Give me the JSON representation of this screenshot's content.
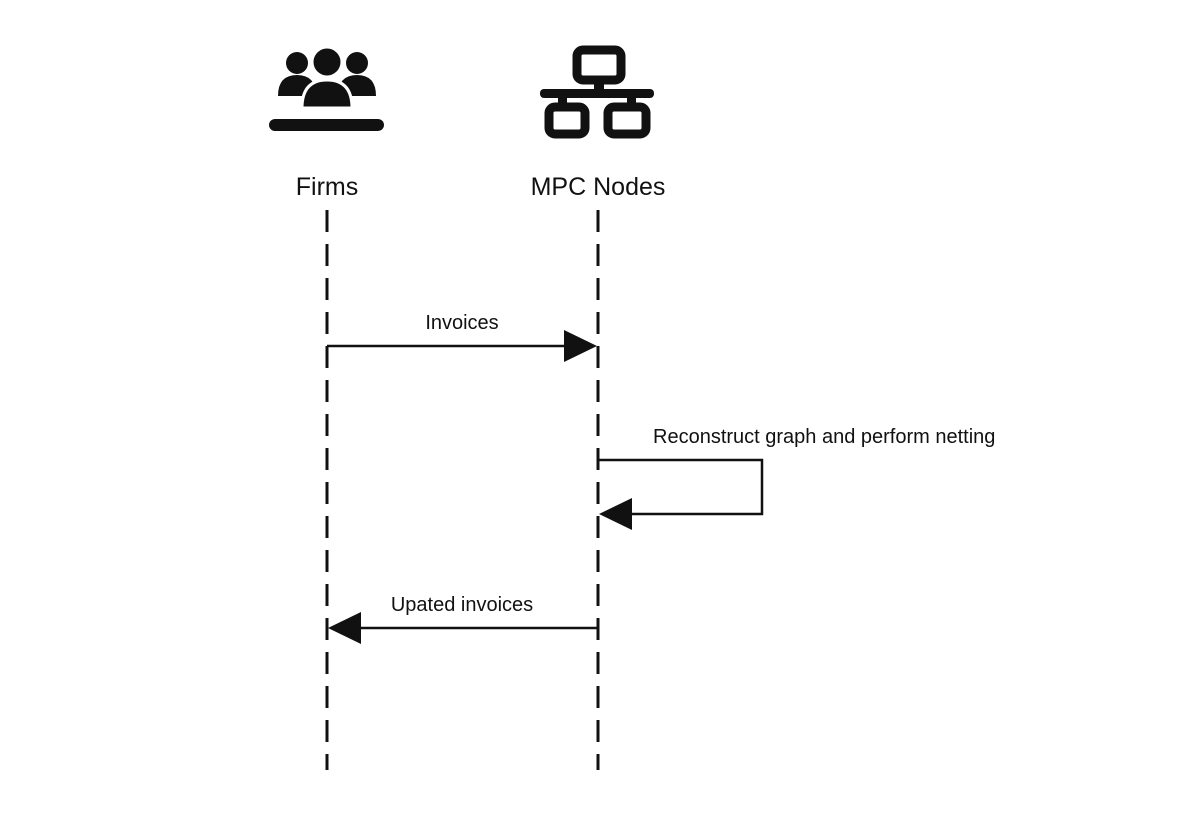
{
  "participants": [
    {
      "id": "firms",
      "label": "Firms",
      "icon": "people-group-icon"
    },
    {
      "id": "mpc",
      "label": "MPC Nodes",
      "icon": "network-nodes-icon"
    }
  ],
  "messages": [
    {
      "from": "firms",
      "to": "mpc",
      "label": "Invoices"
    },
    {
      "from": "mpc",
      "to": "mpc",
      "label": "Reconstruct graph and perform netting"
    },
    {
      "from": "mpc",
      "to": "firms",
      "label": "Upated invoices"
    }
  ],
  "colors": {
    "ink": "#111111",
    "background": "#ffffff"
  }
}
